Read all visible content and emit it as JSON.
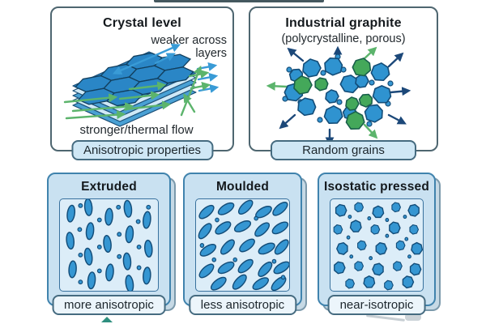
{
  "page": {
    "background": "#ffffff"
  },
  "palette": {
    "blue_grain": "#2f93d0",
    "green_grain": "#44a85a",
    "navy_arrow": "#1c4879",
    "green_arrow": "#5cb46c",
    "blue_arrow": "#399bd6",
    "hex_sheet": "#2a86c6",
    "layer_light": "#cfe9f7",
    "layer_mid": "#49a0d4",
    "top_panel_border": "#4e6670",
    "form_panel_bg": "#c9e1f1",
    "form_panel_border": "#4083ad",
    "inner_box_bg": "#dcedf8",
    "badge_top_bg": "#cfe7f5",
    "badge_bottom_bg": "#ecf5fb",
    "badge_border": "#456b80",
    "text": "#1f2933"
  },
  "crystal_panel": {
    "title": "Crystal level",
    "weaker_label_line1": "weaker across",
    "weaker_label_line2": "layers",
    "stronger_label": "stronger/thermal flow",
    "badge": "Anisotropic properties"
  },
  "industrial_panel": {
    "title": "Industrial graphite",
    "subtitle": "(polycrystalline, porous)",
    "badge": "Random grains"
  },
  "forming_panels": [
    {
      "title": "Extruded",
      "badge": "more anisotropic"
    },
    {
      "title": "Moulded",
      "badge": "less anisotropic"
    },
    {
      "title": "Isostatic pressed",
      "badge": "near-isotropic"
    }
  ],
  "illustrations": {
    "crystal": "graphite-layer-stack-illustration",
    "industrial": "random-grain-cluster-illustration",
    "extruded": "aligned-vertical-grains-pattern",
    "moulded": "tilted-grains-pattern",
    "isostatic": "round-grains-pattern"
  }
}
